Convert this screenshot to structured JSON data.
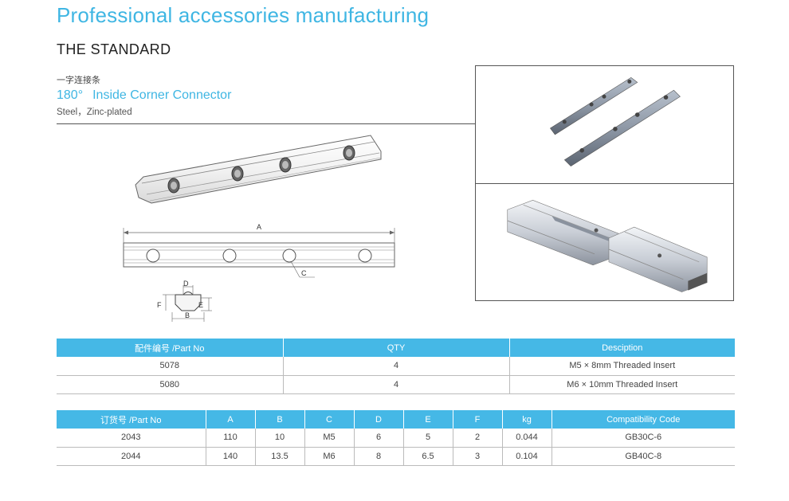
{
  "header": {
    "title": "Professional accessories manufacturing",
    "section": "THE STANDARD"
  },
  "product": {
    "name_cn": "一字连接条",
    "angle": "180°",
    "name": "Inside Corner Connector",
    "material": "Steel，Zinc-plated"
  },
  "drawing": {
    "dim_a": "A",
    "dim_b": "B",
    "dim_c": "C",
    "dim_d": "D",
    "dim_e": "E",
    "dim_f": "F"
  },
  "parts_table": {
    "headers": [
      "配件编号 /Part No",
      "QTY",
      "Desciption"
    ],
    "rows": [
      [
        "5078",
        "4",
        "M5 × 8mm Threaded Insert"
      ],
      [
        "5080",
        "4",
        "M6 × 10mm Threaded Insert"
      ]
    ]
  },
  "order_table": {
    "headers": [
      "订货号 /Part No",
      "A",
      "B",
      "C",
      "D",
      "E",
      "F",
      "kg",
      "Compatibility Code"
    ],
    "rows": [
      [
        "2043",
        "110",
        "10",
        "M5",
        "6",
        "5",
        "2",
        "0.044",
        "GB30C-6"
      ],
      [
        "2044",
        "140",
        "13.5",
        "M6",
        "8",
        "6.5",
        "3",
        "0.104",
        "GB40C-8"
      ]
    ]
  },
  "colors": {
    "accent": "#3fb6e3",
    "table_header": "#45b8e6"
  }
}
